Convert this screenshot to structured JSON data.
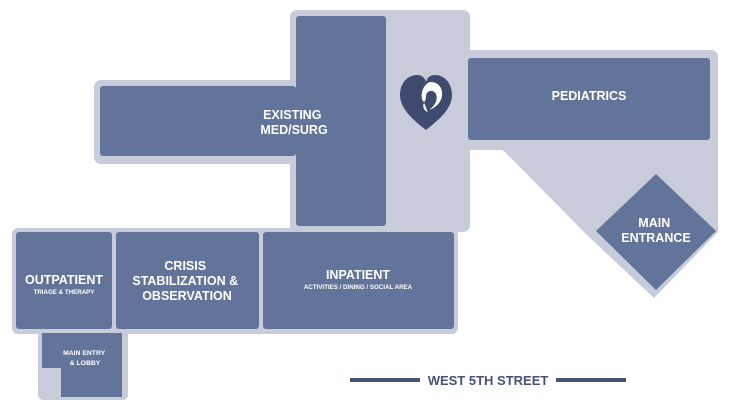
{
  "map": {
    "rooms": {
      "existing_med_surg": [
        "EXISTING",
        "MED/SURG"
      ],
      "pediatrics": "PEDIATRICS",
      "main_entrance": [
        "MAIN",
        "ENTRANCE"
      ],
      "outpatient": {
        "title": "OUTPATIENT",
        "subtitle": "TRIAGE & THERAPY"
      },
      "crisis": [
        "CRISIS",
        "STABILIZATION &",
        "OBSERVATION"
      ],
      "inpatient": {
        "title": "INPATIENT",
        "subtitle": "ACTIVITIES / DINING / SOCIAL AREA"
      },
      "main_entry_lobby": [
        "MAIN ENTRY",
        "& LOBBY"
      ]
    },
    "street": "WEST 5TH STREET",
    "colors": {
      "room": "#63749a",
      "outline": "#c8ccda",
      "logo": "#3e4a6e",
      "street": "#44527a"
    },
    "icons": {
      "logo": "heart-logo-icon"
    }
  }
}
